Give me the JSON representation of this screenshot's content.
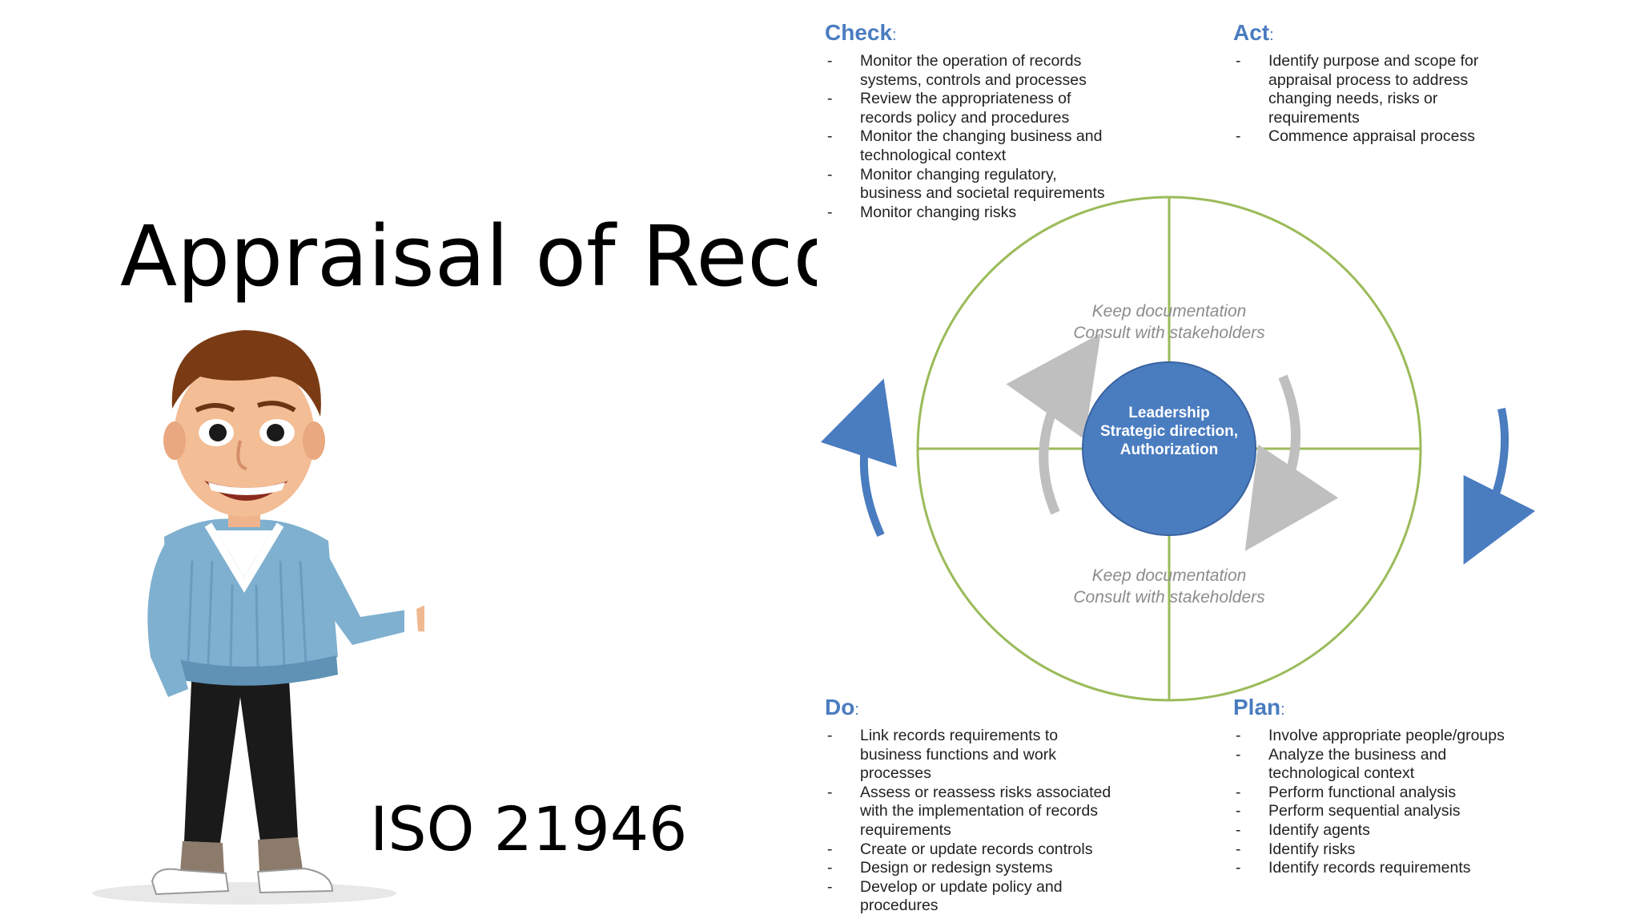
{
  "slide": {
    "title": "Appraisal of Records",
    "subtitle": "ISO 21946"
  },
  "diagram": {
    "check": {
      "heading": "Check",
      "items": [
        "Monitor the operation of records systems, controls and processes",
        "Review the appropriateness of records policy and procedures",
        "Monitor the changing business and technological context",
        "Monitor changing regulatory, business and societal requirements",
        "Monitor changing risks"
      ]
    },
    "act": {
      "heading": "Act",
      "items": [
        "Identify purpose and scope for appraisal process to address changing needs, risks or requirements",
        "Commence appraisal process"
      ]
    },
    "do": {
      "heading": "Do",
      "items": [
        "Link records requirements to business functions and work processes",
        "Assess or reassess risks associated with the implementation of records requirements",
        "Create or update records controls",
        "Design or redesign systems",
        "Develop or update policy and procedures"
      ]
    },
    "plan": {
      "heading": "Plan",
      "items": [
        "Involve appropriate people/groups",
        "Analyze the business and technological context",
        "Perform functional analysis",
        "Perform sequential analysis",
        "Identify agents",
        "Identify risks",
        "Identify records requirements"
      ]
    },
    "upper_note": {
      "line1": "Keep documentation",
      "line2": "Consult with stakeholders"
    },
    "lower_note": {
      "line1": "Keep documentation",
      "line2": "Consult with stakeholders"
    },
    "center": {
      "line1": "Leadership",
      "line2": "Strategic direction,",
      "line3": "Authorization"
    }
  },
  "colors": {
    "heading_blue": "#4a7cc0",
    "arrow_blue": "#4a7cc0",
    "circle_green": "#9bbb59",
    "center_fill": "#4a7cc0",
    "inner_arrow_gray": "#bfbfbf"
  }
}
